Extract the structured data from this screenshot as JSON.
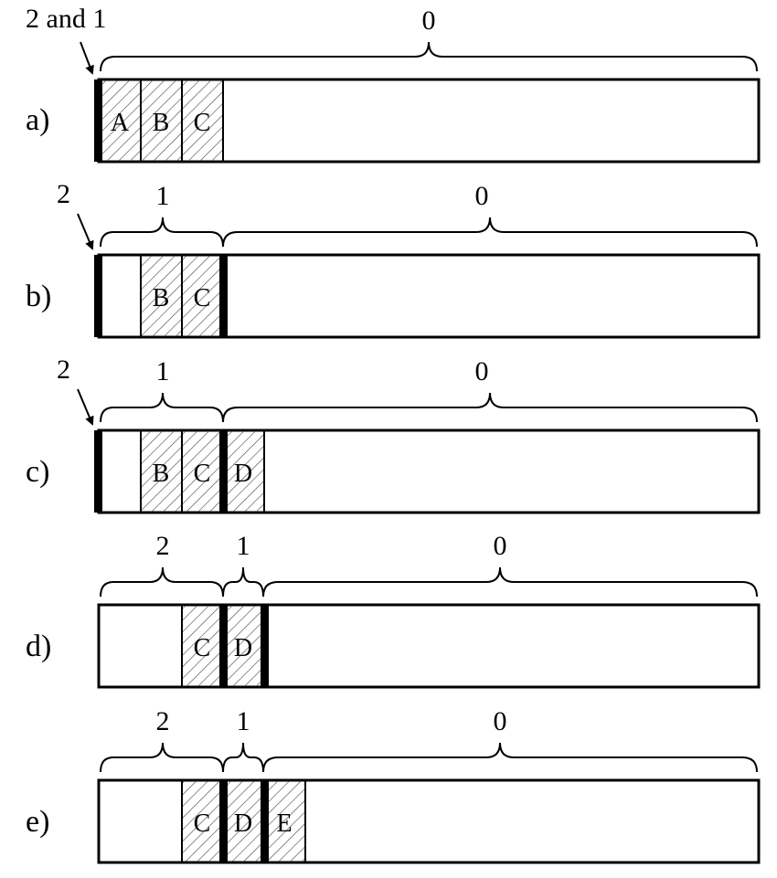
{
  "colors": {
    "ink": "#000000",
    "background": "#ffffff",
    "hatch": "#444444"
  },
  "rows": [
    {
      "label": "a)",
      "pointer_label": "2 and 1",
      "cells": [
        "A",
        "B",
        "C"
      ],
      "braces": [
        {
          "label": "0"
        }
      ]
    },
    {
      "label": "b)",
      "pointer_label": "2",
      "cells": [
        "",
        "B",
        "C"
      ],
      "braces": [
        {
          "label": "1"
        },
        {
          "label": "0"
        }
      ]
    },
    {
      "label": "c)",
      "pointer_label": "2",
      "cells": [
        "",
        "B",
        "C",
        "D"
      ],
      "braces": [
        {
          "label": "1"
        },
        {
          "label": "0"
        }
      ]
    },
    {
      "label": "d)",
      "pointer_label": "",
      "cells": [
        "",
        "",
        "C",
        "D"
      ],
      "braces": [
        {
          "label": "2"
        },
        {
          "label": "1"
        },
        {
          "label": "0"
        }
      ]
    },
    {
      "label": "e)",
      "pointer_label": "",
      "cells": [
        "",
        "",
        "C",
        "D",
        "E"
      ],
      "braces": [
        {
          "label": "2"
        },
        {
          "label": "1"
        },
        {
          "label": "0"
        }
      ]
    }
  ]
}
